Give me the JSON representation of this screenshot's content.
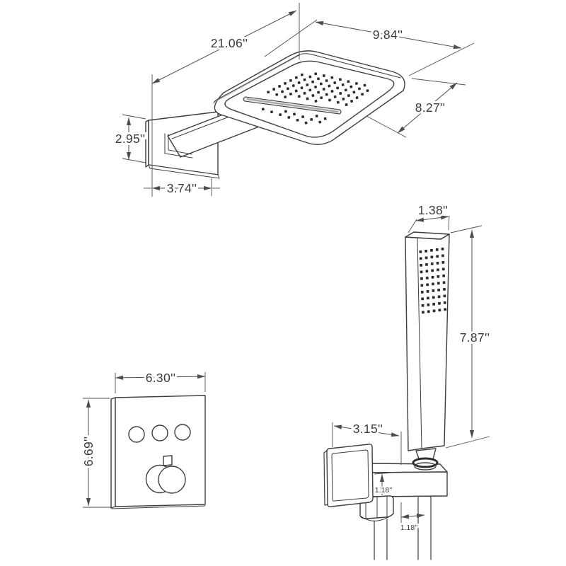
{
  "title": "Shower system dimension diagram",
  "colors": {
    "background": "#ffffff",
    "line": "#3d3d3d",
    "dim_line": "#4d4d4d",
    "text": "#3a3a3a",
    "nozzle": "#2c2c2c"
  },
  "rain_shower": {
    "total_projection": "21.06''",
    "head_width": "9.84''",
    "head_depth": "8.27''",
    "escutcheon_height": "2.95''",
    "escutcheon_width": "3.74''"
  },
  "hand_shower": {
    "head_width": "1.38''",
    "length": "7.87''"
  },
  "holder": {
    "bracket_width": "3.15''",
    "bracket_height": "1.18''",
    "outlet_spacing": "1.18''"
  },
  "valve": {
    "plate_width": "6.30''",
    "plate_height": "6.69''"
  }
}
